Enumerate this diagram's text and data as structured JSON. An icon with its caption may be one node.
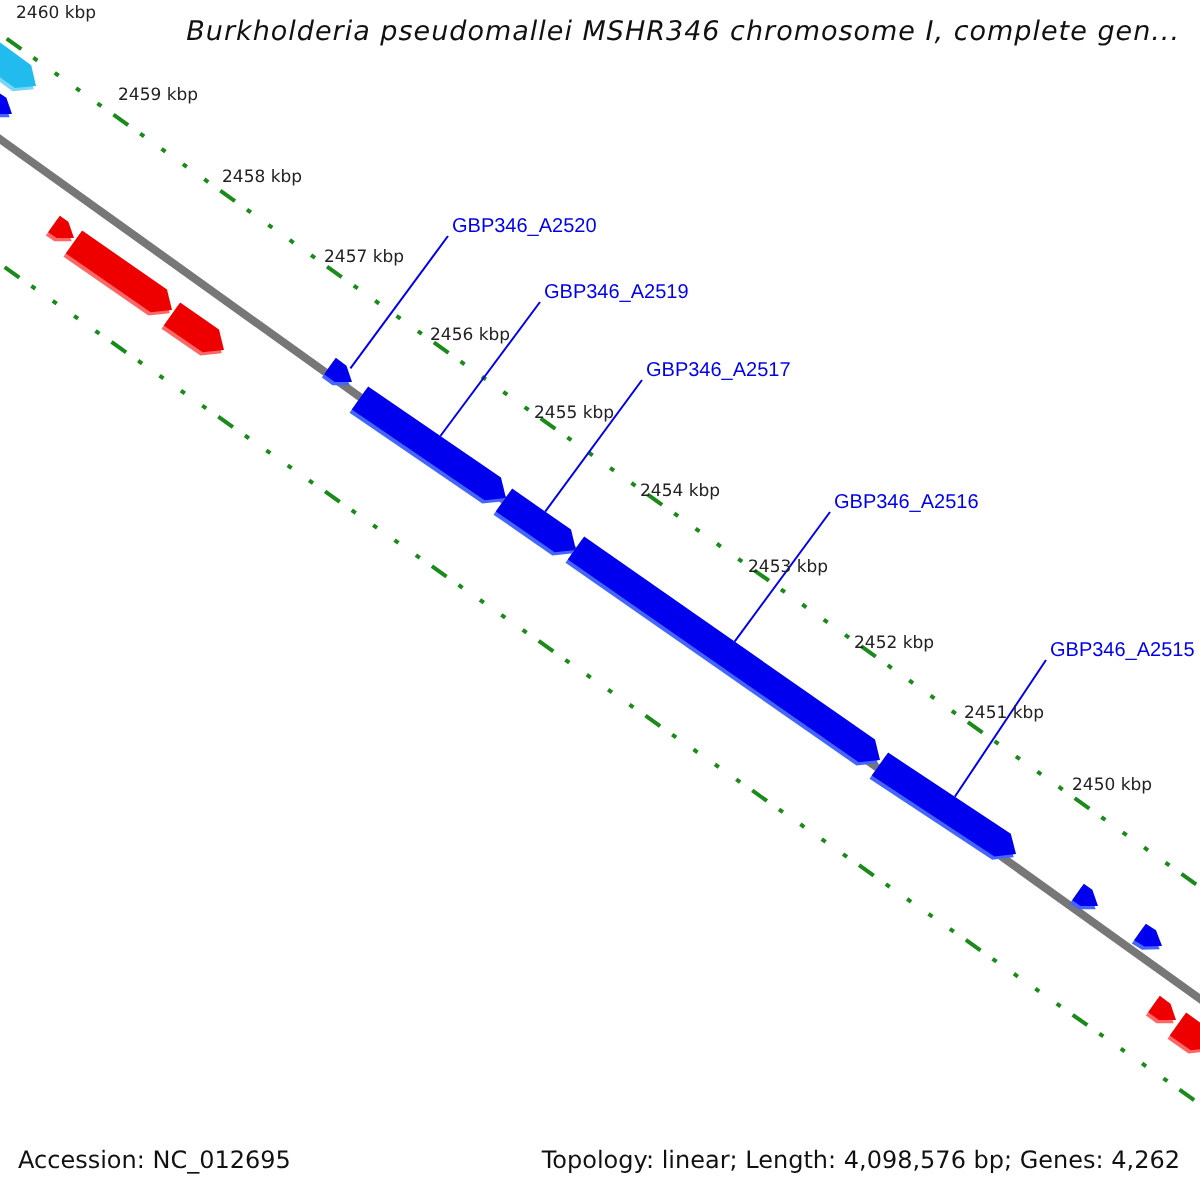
{
  "diagram": {
    "title": "Burkholderia pseudomallei MSHR346 chromosome I, complete gen...",
    "nodes": [
      {
        "text": [
          "GBP346_A2520"
        ]
      },
      {
        "text": [
          "GBP346_A2519"
        ]
      },
      {
        "text": [
          "GBP346_A2517"
        ]
      },
      {
        "text": [
          "GBP346_A2516"
        ]
      },
      {
        "text": [
          "GBP346_A2515"
        ]
      },
      {
        "text": [],
        "shape": "bar"
      },
      {
        "text": [],
        "shape": "bar"
      },
      {
        "text": [],
        "shape": "bar"
      },
      {
        "text": [],
        "shape": "bar"
      },
      {
        "text": [],
        "shape": "bar"
      },
      {
        "text": [],
        "shape": "bar"
      },
      {
        "text": [],
        "shape": "bar"
      },
      {
        "text": [],
        "shape": "bar"
      },
      {
        "text": [],
        "shape": "bar"
      },
      {
        "text": [],
        "shape": "bar"
      },
      {
        "text": [],
        "shape": "bar"
      },
      {
        "text": [],
        "shape": "bar"
      },
      {
        "text": [],
        "shape": "bar"
      },
      {
        "text": [],
        "shape": "bar"
      }
    ],
    "edges": [
      {
        "from": 0,
        "to": 10,
        "arrow": "none"
      },
      {
        "from": 1,
        "to": 11,
        "arrow": "none"
      },
      {
        "from": 2,
        "to": 12,
        "arrow": "none"
      },
      {
        "from": 3,
        "to": 13,
        "arrow": "none"
      },
      {
        "from": 4,
        "to": 14,
        "arrow": "none"
      }
    ],
    "labels": [
      "2460 kbp",
      "2459 kbp",
      "2458 kbp",
      "2457 kbp",
      "2456 kbp",
      "2455 kbp",
      "2454 kbp",
      "2453 kbp",
      "2452 kbp",
      "2451 kbp",
      "2450 kbp",
      "Accession: NC_012695",
      "Topology: linear; Length: 4,098,576 bp; Genes: 4,262"
    ]
  }
}
